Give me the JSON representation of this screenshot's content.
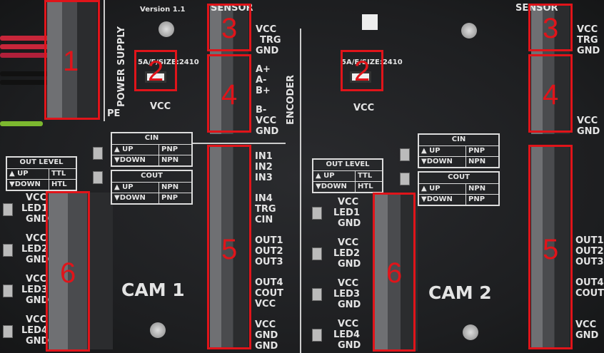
{
  "board": {
    "version": "Version 1.1",
    "power_supply": "POWER SUPPLY",
    "pe": "PE",
    "fuse": "5A/F/SIZE:2410",
    "vcc": "VCC",
    "sensor": "SENSOR",
    "encoder": "ENCODER",
    "sensor_pins": [
      "VCC",
      "TRG",
      "GND"
    ],
    "encoder_pins": [
      "A+",
      "A-",
      "B+",
      "B-",
      "VCC",
      "GND"
    ],
    "io_pins": [
      "IN1",
      "IN2",
      "IN3",
      "IN4",
      "TRG",
      "CIN",
      "OUT1",
      "OUT2",
      "OUT3",
      "OUT4",
      "COUT",
      "VCC",
      "VCC",
      "GND",
      "GND"
    ],
    "led_groups": [
      [
        "VCC",
        "LED1",
        "GND"
      ],
      [
        "VCC",
        "LED2",
        "GND"
      ],
      [
        "VCC",
        "LED3",
        "GND"
      ],
      [
        "VCC",
        "LED4",
        "GND"
      ]
    ],
    "cin": {
      "title": "CIN",
      "up": "▲ UP",
      "up_val": "PNP",
      "down": "▼DOWN",
      "down_val": "NPN"
    },
    "cout": {
      "title": "COUT",
      "up": "▲ UP",
      "up_val": "NPN",
      "down": "▼DOWN",
      "down_val": "PNP"
    },
    "out_level": {
      "title": "OUT LEVEL",
      "up": "▲ UP",
      "up_val": "TTL",
      "down": "▼DOWN",
      "down_val": "HTL"
    },
    "cam1": "CAM 1",
    "cam2": "CAM 2"
  },
  "annotations": [
    "1",
    "2",
    "3",
    "4",
    "5",
    "6"
  ],
  "colors": {
    "annotation": "#e0141a",
    "board": "#232427"
  }
}
